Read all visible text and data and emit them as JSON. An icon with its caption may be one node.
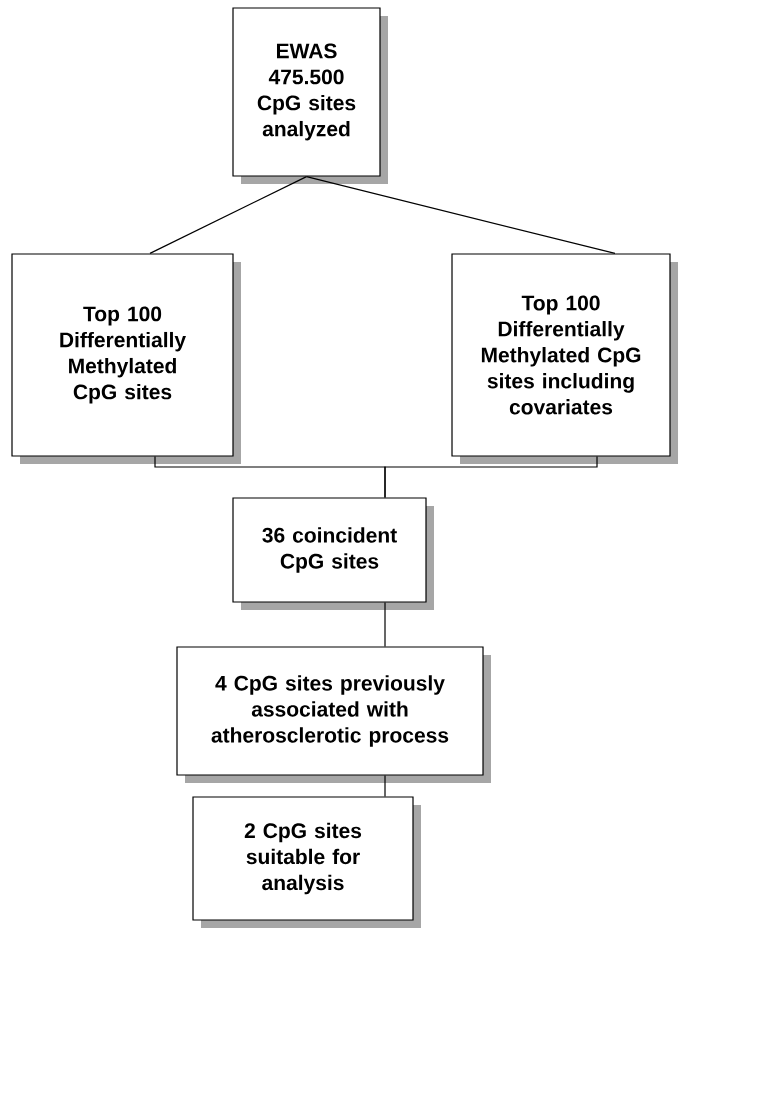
{
  "diagram": {
    "nodes": [
      {
        "text": [
          "EWAS 475.500 CpG sites analyzed"
        ]
      },
      {
        "text": [
          "Top 100 Differentially Methylated CpG sites"
        ]
      },
      {
        "text": [
          "Top 100 Differentially Methylated CpG sites including covariates"
        ]
      },
      {
        "text": [
          "36 coincident CpG sites"
        ]
      },
      {
        "text": [
          "4 CpG sites previously associated with atherosclerotic process"
        ]
      },
      {
        "text": [
          "2 CpG sites suitable for analysis"
        ]
      }
    ],
    "edges": [
      {
        "from": 0,
        "to": 1,
        "arrow": "none"
      },
      {
        "from": 0,
        "to": 2,
        "arrow": "none"
      },
      {
        "from": 1,
        "to": 3,
        "arrow": "none"
      },
      {
        "from": 2,
        "to": 3,
        "arrow": "none"
      },
      {
        "from": 3,
        "to": 4,
        "arrow": "none"
      },
      {
        "from": 4,
        "to": 5,
        "arrow": "none"
      }
    ]
  }
}
